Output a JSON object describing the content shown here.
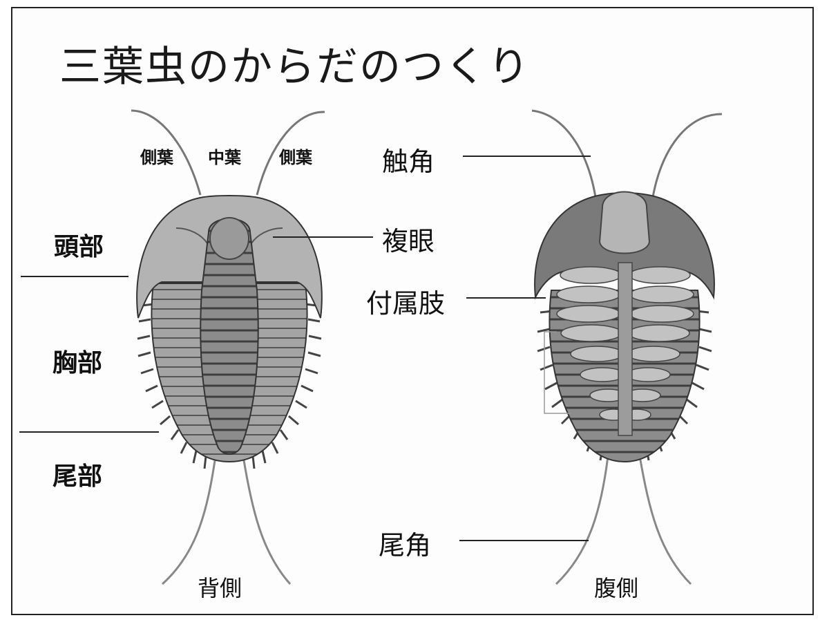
{
  "title": "三葉虫のからだのつくり",
  "dorsal": {
    "lobes": {
      "left": "側葉",
      "center": "中葉",
      "right": "側葉"
    },
    "regions": {
      "head": "頭部",
      "thorax": "胸部",
      "tail": "尾部"
    },
    "view_label": "背側"
  },
  "ventral": {
    "parts": {
      "antenna": "触角",
      "compound_eye": "複眼",
      "appendage": "付属肢",
      "tail_spine": "尾角"
    },
    "view_label": "腹側"
  },
  "colors": {
    "body_fill": "#a9a9a9",
    "body_dark": "#6e6e6e",
    "outline": "#333333",
    "line": "#222222"
  }
}
